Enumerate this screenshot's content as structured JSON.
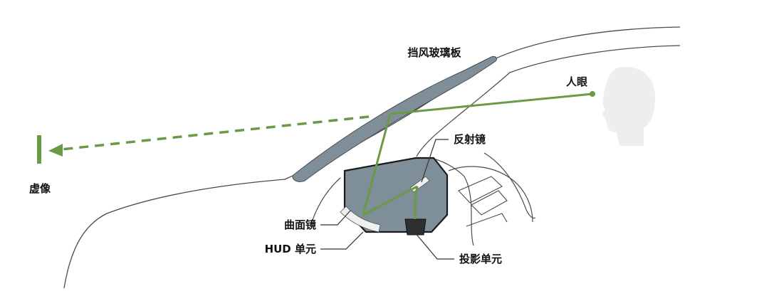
{
  "labels": {
    "windshield": "挡风玻璃板",
    "eye": "人眼",
    "virtual_image": "虚像",
    "mirror": "反射镜",
    "curved_mirror": "曲面镜",
    "hud_unit": "HUD 单元",
    "projector": "投影单元"
  },
  "colors": {
    "light_path": "#6a9a45",
    "hud_box": "#7f8f99",
    "windshield_glass": "#7f8f99",
    "car_outline": "#4a4a4a",
    "head_silhouette": "#eeeeee",
    "mirror_fill": "#f0f0f0",
    "projector_fill": "#2f2f2f"
  }
}
